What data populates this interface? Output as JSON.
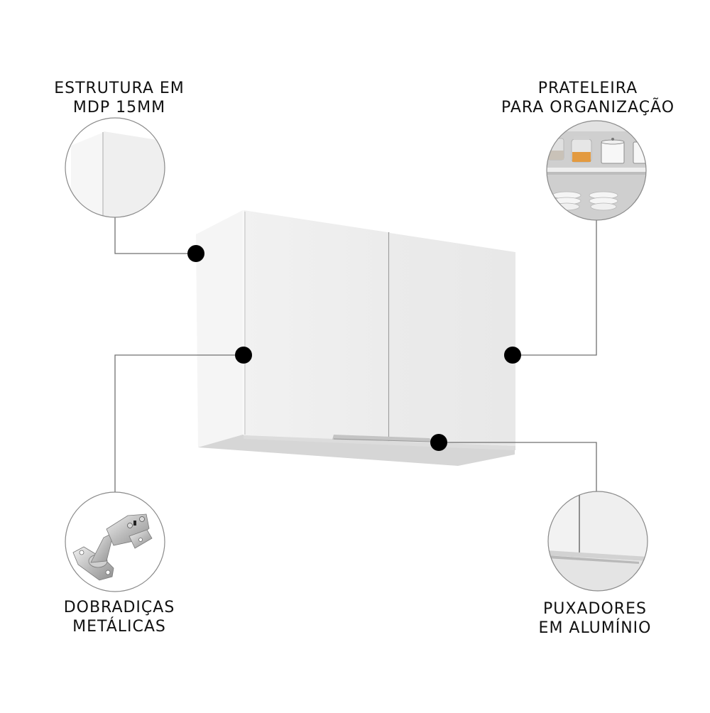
{
  "product": {
    "name": "wall-cabinet",
    "doors": 2,
    "colors": {
      "body": "#f7f7f7",
      "side": "#f3f3f3",
      "door": "#ededed",
      "bottom": "#d9d9d9",
      "dot": "#000000",
      "line": "#6e6e6e",
      "circle_border": "#8a8a8a"
    }
  },
  "callouts": [
    {
      "id": "structure",
      "line1": "ESTRUTURA EM",
      "line2": "MDP 15MM",
      "image": "cabinet-corner-closeup"
    },
    {
      "id": "shelf",
      "line1": "PRATELEIRA",
      "line2": "PARA ORGANIZAÇÃO",
      "image": "shelf-with-jars-and-bowls"
    },
    {
      "id": "hinges",
      "line1": "DOBRADIÇAS",
      "line2": "METÁLICAS",
      "image": "metal-hinge"
    },
    {
      "id": "handles",
      "line1": "PUXADORES",
      "line2": "EM ALUMÍNIO",
      "image": "aluminum-handle-closeup"
    }
  ]
}
